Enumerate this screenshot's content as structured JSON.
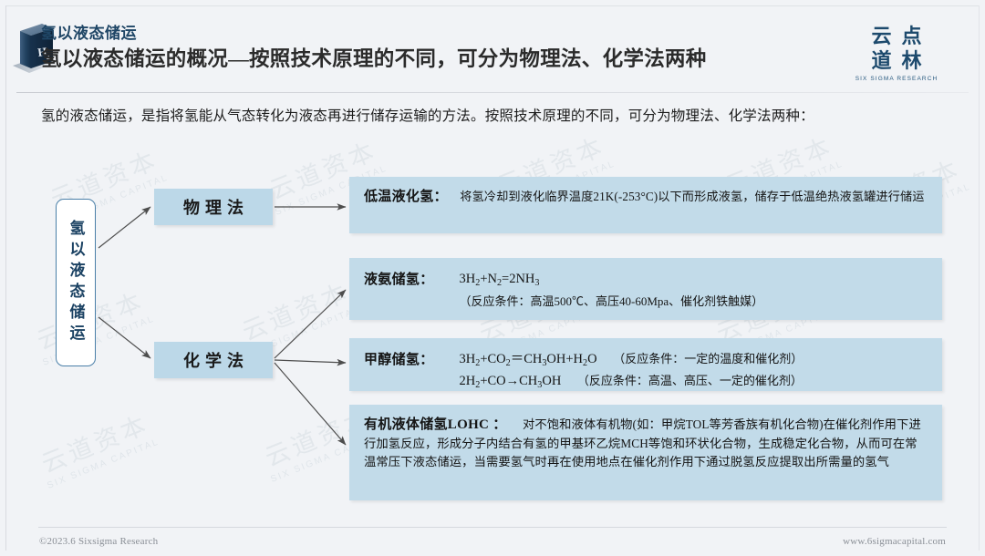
{
  "header": {
    "icon_name": "h2-tank-icon",
    "kicker": "氢以液态储运",
    "title": "氢以液态储运的概况—按照技术原理的不同，可分为物理法、化学法两种",
    "brand_cn_line1": "云点",
    "brand_cn_line2": "道林",
    "brand_en": "SIX SIGMA RESEARCH"
  },
  "intro": "氢的液态储运，是指将氢能从气态转化为液态再进行储存运输的方法。按照技术原理的不同，可分为物理法、化学法两种：",
  "diagram": {
    "root": "氢以液态储运",
    "branches": [
      {
        "id": "physical",
        "label": "物理法"
      },
      {
        "id": "chemical",
        "label": "化学法"
      }
    ],
    "items": [
      {
        "id": "cryo",
        "label": "低温液化氢：",
        "body": "将氢冷却到液化临界温度21K(-253°C)以下而形成液氢，储存于低温绝热液氢罐进行储运"
      },
      {
        "id": "ammonia",
        "label": "液氨储氢：",
        "equation_line1": "3H2+N2=2NH3",
        "equation_line2": "（反应条件：高温500℃、高压40-60Mpa、催化剂铁触媒）"
      },
      {
        "id": "methanol",
        "label": "甲醇储氢：",
        "equation_line1": "3H2+CO2＝CH3OH+H2O",
        "condition_line1": "（反应条件：一定的温度和催化剂）",
        "equation_line2": "2H2+CO→CH3OH",
        "condition_line2": "（反应条件：高温、高压、一定的催化剂）"
      },
      {
        "id": "lohc",
        "label": "有机液体储氢LOHC ：",
        "body": "对不饱和液体有机物(如：甲烷TOL等芳香族有机化合物)在催化剂作用下进行加氢反应，形成分子内结合有氢的甲基环乙烷MCH等饱和环状化合物，生成稳定化合物，从而可在常温常压下液态储运，当需要氢气时再在使用地点在催化剂作用下通过脱氢反应提取出所需量的氢气"
      }
    ]
  },
  "watermark": {
    "cn": "云道资本",
    "en": "SIX SIGMA CAPITAL"
  },
  "footer": {
    "left": "©2023.6 Sixsigma Research",
    "right": "www.6sigmacapital.com"
  },
  "colors": {
    "page_bg": "#f1f3f6",
    "node_fill": "#bcd8e8",
    "box_fill": "#c2dbe9",
    "accent_dark_blue": "#1b4263",
    "title_text": "#2b2b2b"
  }
}
